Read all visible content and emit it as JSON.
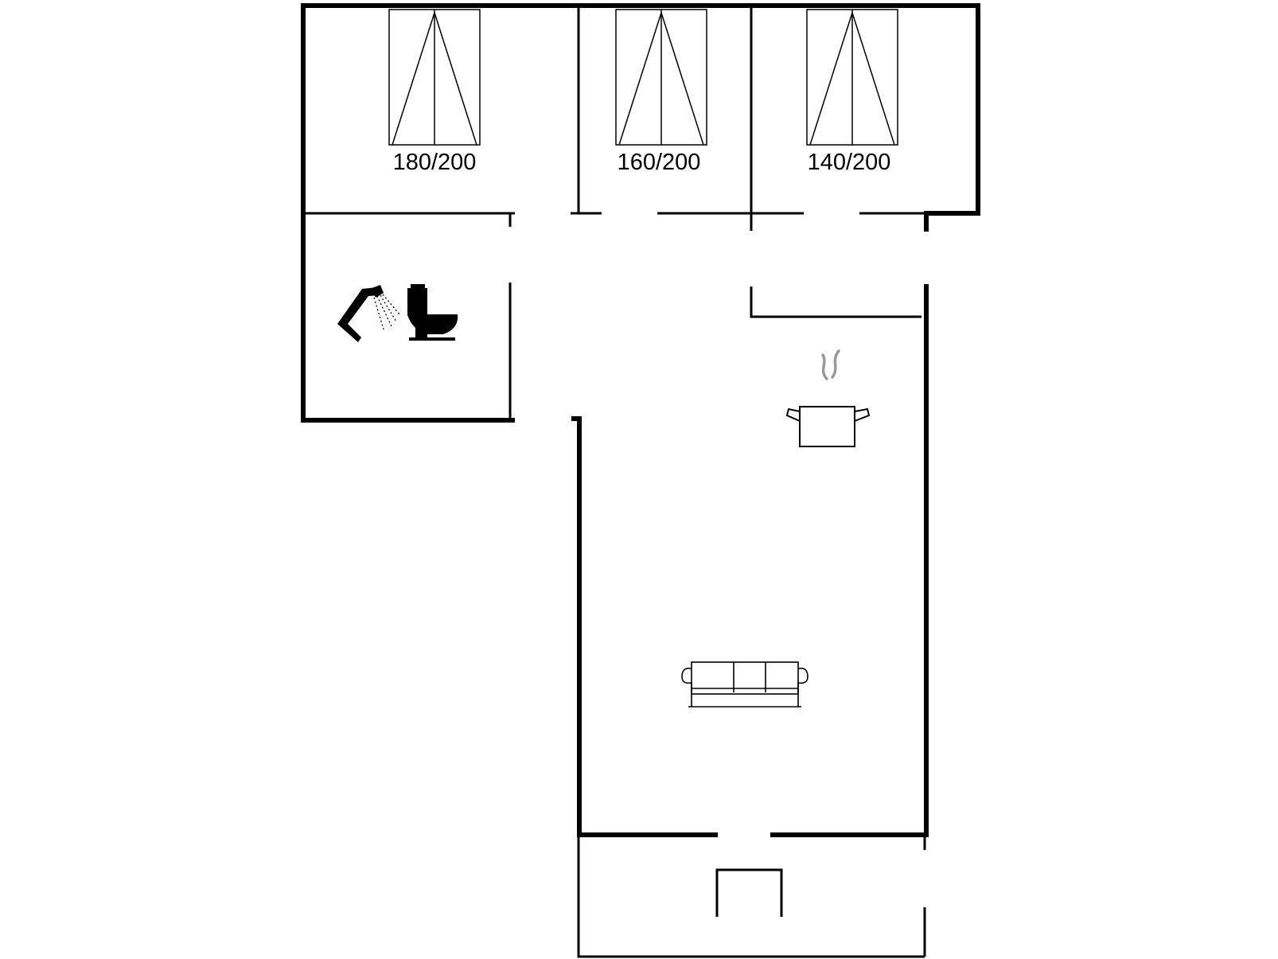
{
  "beds": [
    {
      "label": "180/200"
    },
    {
      "label": "160/200"
    },
    {
      "label": "140/200"
    }
  ],
  "icons": {
    "bathroom": [
      "shower-icon",
      "toilet-icon"
    ],
    "kitchen": "cooking-pot-icon",
    "living": "sofa-icon"
  },
  "colors": {
    "walls": "#000000",
    "background": "#ffffff",
    "steam": "#999999"
  }
}
